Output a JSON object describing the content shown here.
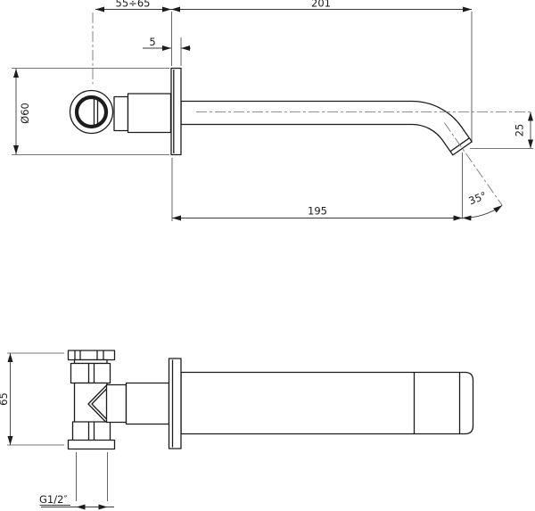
{
  "drawing": {
    "type": "technical-dimension-drawing",
    "subject": "wall-mounted-spout-with-valve",
    "colors": {
      "background": "#ffffff",
      "object_line": "#1c1c1c",
      "dimension_line": "#3c3c3c",
      "centerline": "#6e6e6e"
    },
    "views": {
      "side_view": "side-elevation",
      "plan_view": "plan-projection"
    },
    "dimensions": {
      "depth_range": {
        "label": "55÷65"
      },
      "total_length": {
        "label": "201"
      },
      "flange_thickness": {
        "label": "5"
      },
      "flange_diameter": {
        "label": "Ø60"
      },
      "drop_height": {
        "label": "25"
      },
      "spout_reach": {
        "label": "195"
      },
      "outlet_angle": {
        "label": "35°"
      },
      "body_height": {
        "label": "65"
      },
      "thread_size": {
        "label": "G1/2″"
      }
    }
  }
}
